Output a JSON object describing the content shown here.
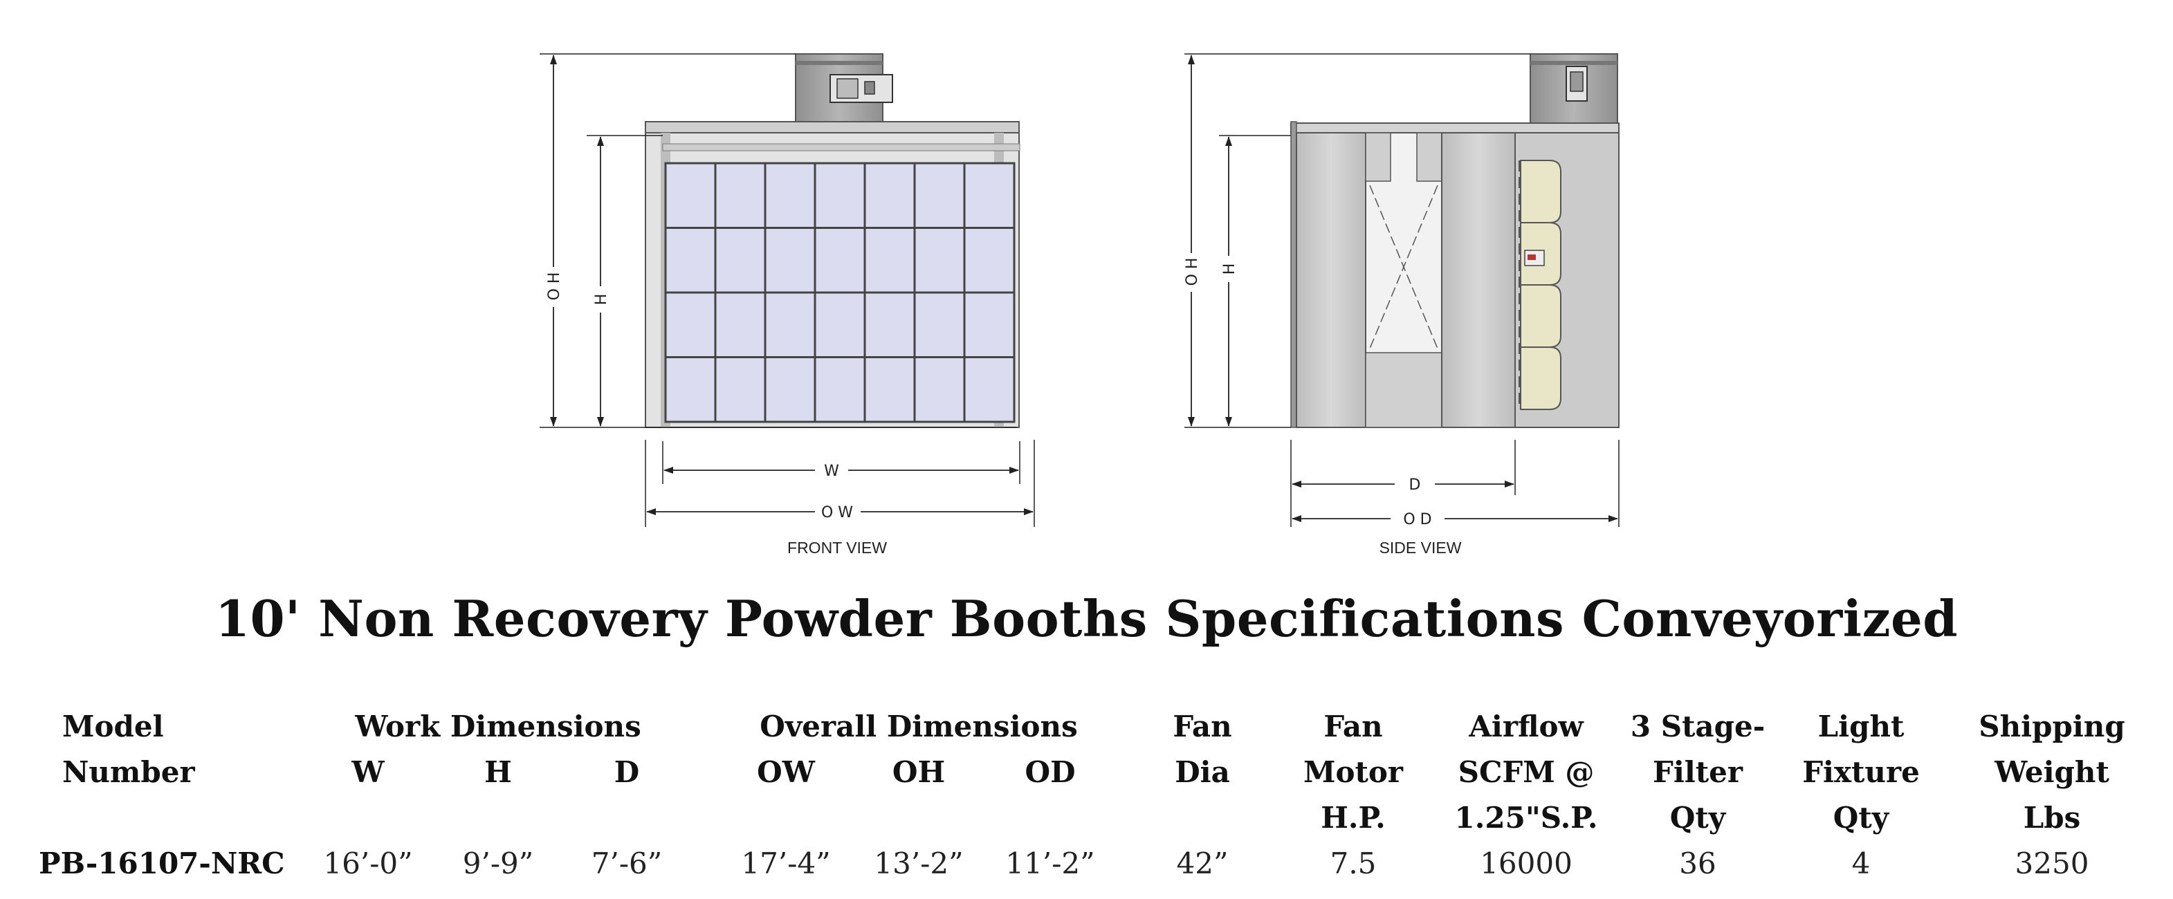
{
  "drawing": {
    "front": {
      "view_label": "FRONT VIEW",
      "dims": {
        "oh": "O H",
        "h": "H",
        "w": "W",
        "ow": "O W"
      }
    },
    "side": {
      "view_label": "SIDE VIEW",
      "dims": {
        "oh": "O H",
        "h": "H",
        "d": "D",
        "od": "O D"
      }
    },
    "colors": {
      "panel": "#c9c9c9",
      "window": "#dcdcf0",
      "filter": "#e8e6c6",
      "frame": "#444444"
    }
  },
  "title": "10' Non Recovery Powder Booths Specifications Conveyorized",
  "table": {
    "headers": {
      "model_1": "Model",
      "model_2": "Number",
      "work": "Work Dimensions",
      "overall": "Overall Dimensions",
      "w": "W",
      "h": "H",
      "d": "D",
      "ow": "OW",
      "oh": "OH",
      "od": "OD",
      "fan_dia_1": "Fan",
      "fan_dia_2": "Dia",
      "fan_motor_1": "Fan",
      "fan_motor_2": "Motor",
      "fan_motor_3": "H.P.",
      "airflow_1": "Airflow",
      "airflow_2": "SCFM @",
      "airflow_3": "1.25\"S.P.",
      "filter_1": "3 Stage-",
      "filter_2": "Filter",
      "filter_3": "Qty",
      "light_1": "Light",
      "light_2": "Fixture",
      "light_3": "Qty",
      "ship_1": "Shipping",
      "ship_2": "Weight",
      "ship_3": "Lbs"
    },
    "row": {
      "model": "PB-16107-NRC",
      "w": "16’-0”",
      "h": "9’-9”",
      "d": "7’-6”",
      "ow": "17’-4”",
      "oh": "13’-2”",
      "od": "11’-2”",
      "fan_dia": "42”",
      "fan_motor": "7.5",
      "airflow": "16000",
      "filter_qty": "36",
      "light_qty": "4",
      "weight": "3250"
    }
  }
}
